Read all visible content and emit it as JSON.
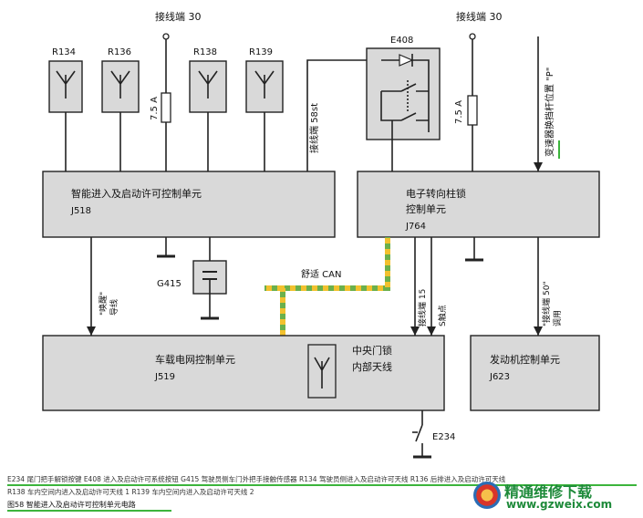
{
  "terminal_30_left": "接线端 30",
  "terminal_30_right": "接线端 30",
  "antennas": [
    "R134",
    "R136",
    "R138",
    "R139"
  ],
  "relay": "E408",
  "fuse_left": "7.5 A",
  "fuse_right": "7.5 A",
  "terminal_58st": "接线端 58st",
  "gear_signal": "变速器换挡杆位置 \"P\"",
  "j518": {
    "name": "智能进入及启动许可控制单元",
    "code": "J518"
  },
  "j764": {
    "name_line1": "电子转向柱锁",
    "name_line2": "控制单元",
    "code": "J764"
  },
  "g415": "G415",
  "can_label": "舒适 CAN",
  "wake_label_1": "\"唤醒\"",
  "wake_label_2": "导线",
  "terminal_15": "接线端 15",
  "s_contact": "S触点",
  "terminal_50_1": "\"接线端 50\"",
  "terminal_50_2": "调用",
  "j519": {
    "name": "车载电网控制单元",
    "code": "J519"
  },
  "central_lock_1": "中央门锁",
  "central_lock_2": "内部天线",
  "j623": {
    "name": "发动机控制单元",
    "code": "J623"
  },
  "e234": "E234",
  "legend_line1": "E234  尾门把手解锁按键    E408  进入及启动许可系统按钮    G415  驾驶员侧车门外把手接触传感器    R134  驾驶员侧进入及启动许可天线    R136  后排进入及启动许可天线",
  "legend_line2": "R138  车内空间内进入及启动许可天线 1    R139  车内空间内进入及启动许可天线 2",
  "caption": "图58  智能进入及启动许可控制单元电路",
  "watermark_title": "精通维修下载",
  "watermark_url": "www.gzweix.com",
  "colors": {
    "box_fill": "#d9d9d9",
    "can_green": "#6ab04c",
    "can_yellow": "#f2c12e",
    "accent_green": "#3cb43c"
  }
}
